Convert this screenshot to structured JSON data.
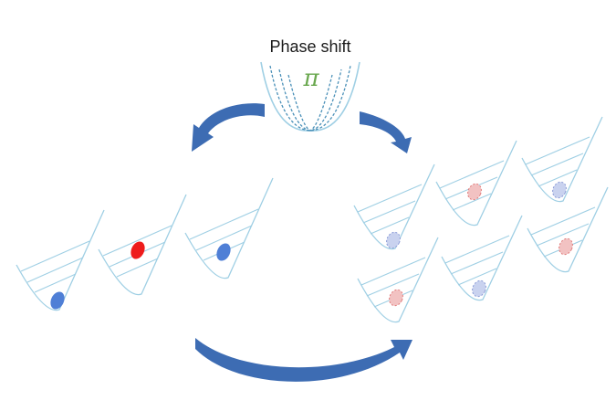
{
  "title": "Phase shift",
  "symbol": "π",
  "colors": {
    "well": "#9fcfe4",
    "well_dashed": "#4a90b8",
    "pi": "#6aa84f",
    "arrow": "#3d6cb3",
    "blue_particle": "#4f7fd6",
    "red_particle": "#ee1c1c",
    "faded_blue": "#c9d2ef",
    "faded_red": "#f2c2c2"
  },
  "wells": [
    {
      "group": "left",
      "particle": "blue",
      "state": "solid"
    },
    {
      "group": "left",
      "particle": "red",
      "state": "solid"
    },
    {
      "group": "left",
      "particle": "blue",
      "state": "solid"
    },
    {
      "group": "right",
      "particle": "blue",
      "state": "faded"
    },
    {
      "group": "right",
      "particle": "red",
      "state": "faded"
    },
    {
      "group": "right",
      "particle": "blue",
      "state": "faded"
    },
    {
      "group": "right",
      "particle": "red",
      "state": "faded"
    },
    {
      "group": "right",
      "particle": "blue",
      "state": "faded"
    },
    {
      "group": "right",
      "particle": "red",
      "state": "faded"
    }
  ]
}
